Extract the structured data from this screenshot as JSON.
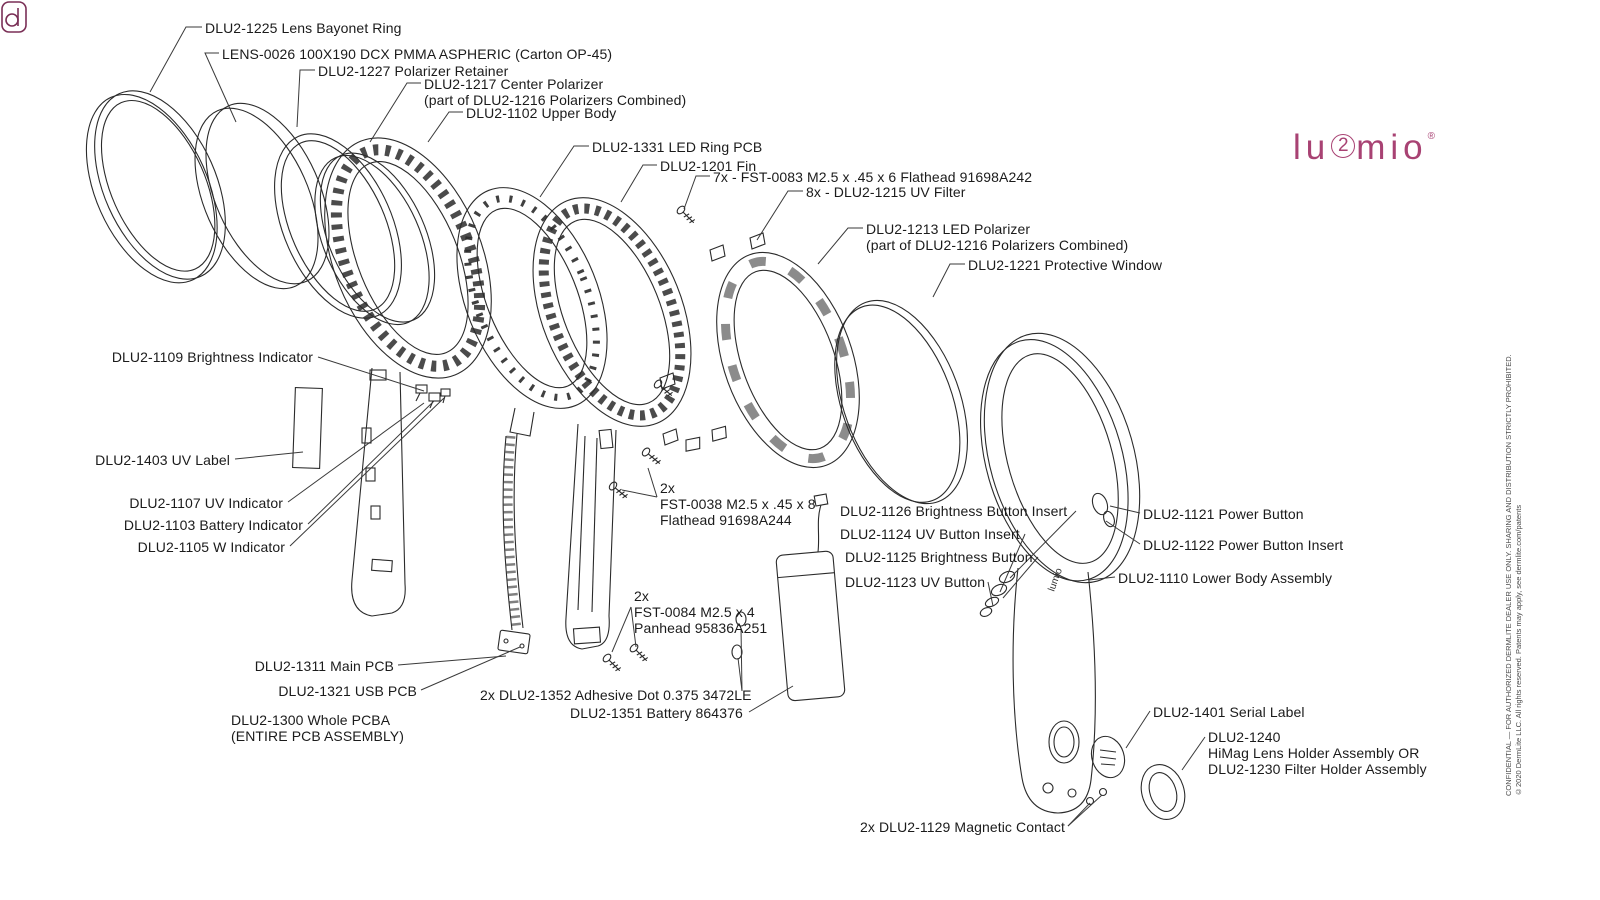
{
  "logo": {
    "pre": "lu",
    "two": "2",
    "post": "mio",
    "reg": "®"
  },
  "handle_logo": "lumio",
  "watermark": {
    "text": "CONFIDENTIAL — FOR AUTHORIZED DERMLITE DEALER USE ONLY. SHARING AND DISTRIBUTION STRICTLY PROHIBITED.\n©2020 DermLite LLC. All rights reserved. Patents may apply, see dermlite.com/patents"
  },
  "labels": [
    {
      "id": "dlu2-1225",
      "text": "DLU2-1225 Lens Bayonet Ring"
    },
    {
      "id": "lens-0026",
      "text": "LENS-0026 100X190 DCX PMMA ASPHERIC (Carton OP-45)"
    },
    {
      "id": "dlu2-1227",
      "text": "DLU2-1227 Polarizer Retainer"
    },
    {
      "id": "dlu2-1217",
      "text": "DLU2-1217 Center Polarizer\n(part of DLU2-1216 Polarizers Combined)"
    },
    {
      "id": "dlu2-1102",
      "text": "DLU2-1102 Upper Body"
    },
    {
      "id": "dlu2-1331",
      "text": "DLU2-1331 LED Ring PCB"
    },
    {
      "id": "dlu2-1201",
      "text": "DLU2-1201 Fin"
    },
    {
      "id": "fst-0083",
      "text": "7x - FST-0083 M2.5 x .45 x 6 Flathead 91698A242"
    },
    {
      "id": "dlu2-1215",
      "text": "8x - DLU2-1215 UV Filter"
    },
    {
      "id": "dlu2-1213",
      "text": "DLU2-1213 LED Polarizer\n(part of DLU2-1216 Polarizers Combined)"
    },
    {
      "id": "dlu2-1221",
      "text": "DLU2-1221 Protective Window"
    },
    {
      "id": "dlu2-1109",
      "text": "DLU2-1109 Brightness Indicator"
    },
    {
      "id": "dlu2-1403",
      "text": "DLU2-1403 UV Label"
    },
    {
      "id": "dlu2-1107",
      "text": "DLU2-1107 UV Indicator"
    },
    {
      "id": "dlu2-1103",
      "text": "DLU2-1103 Battery Indicator"
    },
    {
      "id": "dlu2-1105",
      "text": "DLU2-1105 W Indicator"
    },
    {
      "id": "fst-0038",
      "text": "2x\nFST-0038 M2.5 x .45 x 8\nFlathead 91698A244"
    },
    {
      "id": "fst-0084",
      "text": "2x\nFST-0084 M2.5 x 4\nPanhead 95836A251"
    },
    {
      "id": "dlu2-1311",
      "text": "DLU2-1311 Main PCB"
    },
    {
      "id": "dlu2-1321",
      "text": "DLU2-1321 USB PCB"
    },
    {
      "id": "dlu2-1300",
      "text": "DLU2-1300 Whole PCBA\n(ENTIRE PCB ASSEMBLY)"
    },
    {
      "id": "dlu2-1352",
      "text": "2x DLU2-1352 Adhesive Dot 0.375 3472LE"
    },
    {
      "id": "dlu2-1351",
      "text": "DLU2-1351 Battery 864376"
    },
    {
      "id": "dlu2-1126",
      "text": "DLU2-1126 Brightness Button Insert"
    },
    {
      "id": "dlu2-1124",
      "text": "DLU2-1124 UV Button Insert"
    },
    {
      "id": "dlu2-1125",
      "text": "DLU2-1125 Brightness Button"
    },
    {
      "id": "dlu2-1123",
      "text": "DLU2-1123 UV Button"
    },
    {
      "id": "dlu2-1121",
      "text": "DLU2-1121 Power Button"
    },
    {
      "id": "dlu2-1122",
      "text": "DLU2-1122 Power Button Insert"
    },
    {
      "id": "dlu2-1110",
      "text": "DLU2-1110 Lower Body Assembly"
    },
    {
      "id": "dlu2-1401",
      "text": "DLU2-1401 Serial Label"
    },
    {
      "id": "dlu2-1240",
      "text": "DLU2-1240\nHiMag Lens Holder Assembly  OR\nDLU2-1230 Filter Holder Assembly"
    },
    {
      "id": "dlu2-1129",
      "text": "2x DLU2-1129 Magnetic Contact"
    }
  ]
}
